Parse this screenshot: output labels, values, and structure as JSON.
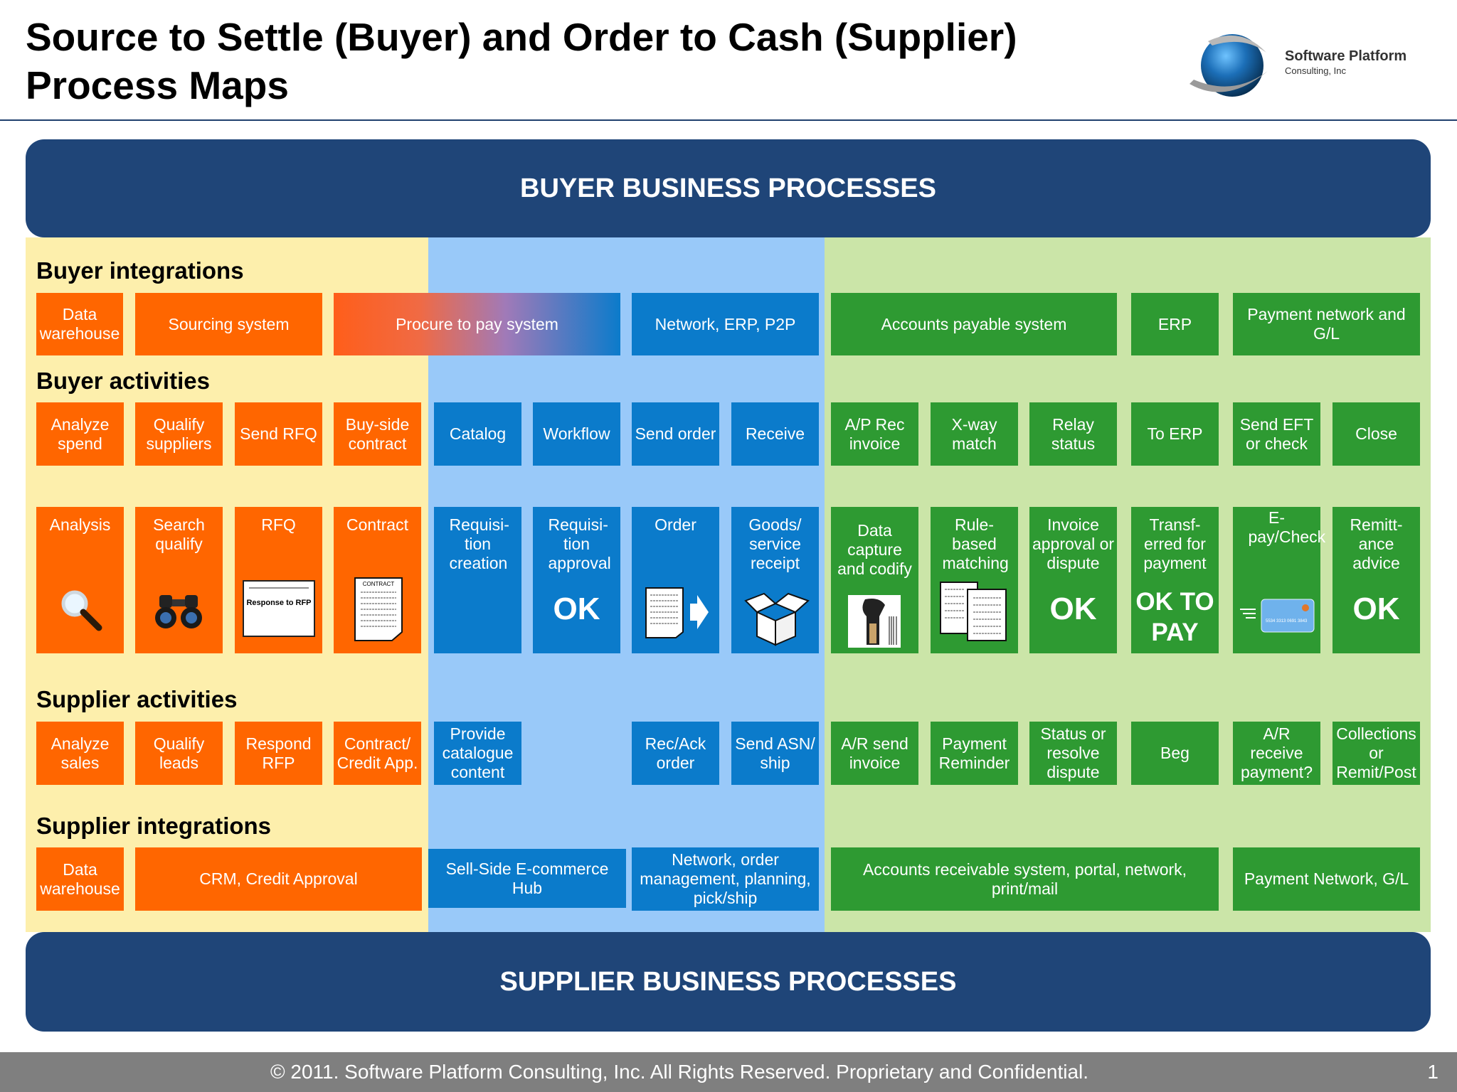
{
  "title": {
    "line1": "Source to Settle (Buyer) and Order to Cash (Supplier)",
    "line2": "Process Maps"
  },
  "logo": {
    "name": "Software Platform",
    "sub": "Consulting, Inc"
  },
  "bands": {
    "buyer": "BUYER BUSINESS PROCESSES",
    "supplier": "SUPPLIER BUSINESS PROCESSES"
  },
  "sections": {
    "buyer_integrations": "Buyer integrations",
    "buyer_activities": "Buyer activities",
    "supplier_activities": "Supplier activities",
    "supplier_integrations": "Supplier integrations"
  },
  "buyer_integrations": [
    "Data warehouse",
    "Sourcing system",
    "Procure to pay system",
    "Network, ERP, P2P",
    "Accounts payable system",
    "ERP",
    "Payment network and G/L"
  ],
  "buyer_activities": [
    "Analyze spend",
    "Qualify suppliers",
    "Send RFQ",
    "Buy-side contract",
    "Catalog",
    "Workflow",
    "Send order",
    "Receive",
    "A/P Rec invoice",
    "X-way match",
    "Relay status",
    "To ERP",
    "Send EFT or check",
    "Close"
  ],
  "steps": [
    "Analysis",
    "Search qualify",
    "RFQ",
    "Contract",
    "Requisi-tion creation",
    "Requisi-tion approval",
    "Order",
    "Goods/ service receipt",
    "Data capture and codify",
    "Rule-based matching",
    "Invoice approval or dispute",
    "Transf-erred for payment",
    "E-pay/Check",
    "Remitt-ance advice"
  ],
  "step_marks": {
    "ok": "OK",
    "ok_to": "OK TO",
    "pay": "PAY",
    "rfp_doc": "Response to RFP",
    "contract_doc": "CONTRACT",
    "card_number": "5534 3313 0691 3843"
  },
  "supplier_activities": [
    "Analyze sales",
    "Qualify leads",
    "Respond RFP",
    "Contract/ Credit App.",
    "Provide catalogue content",
    "Rec/Ack order",
    "Send ASN/ ship",
    "A/R send invoice",
    "Payment Reminder",
    "Status or resolve dispute",
    "Beg",
    "A/R receive payment?",
    "Collections or Remit/Post"
  ],
  "supplier_integrations": [
    "Data warehouse",
    "CRM, Credit Approval",
    "Sell-Side E-commerce Hub",
    "Network, order management, planning, pick/ship",
    "Accounts receivable  system, portal, network, print/mail",
    "Payment Network, G/L"
  ],
  "footer": {
    "text": "© 2011. Software Platform Consulting, Inc. All Rights Reserved.  Proprietary and Confidential.",
    "page": "1"
  },
  "colors": {
    "orange": "#ff6600",
    "blue": "#0b7bcb",
    "green": "#2e9a32",
    "navy": "#1f4578",
    "zone_yellow": "#fdefac",
    "zone_blue": "#99c9f9",
    "zone_green": "#cbe5a8"
  }
}
